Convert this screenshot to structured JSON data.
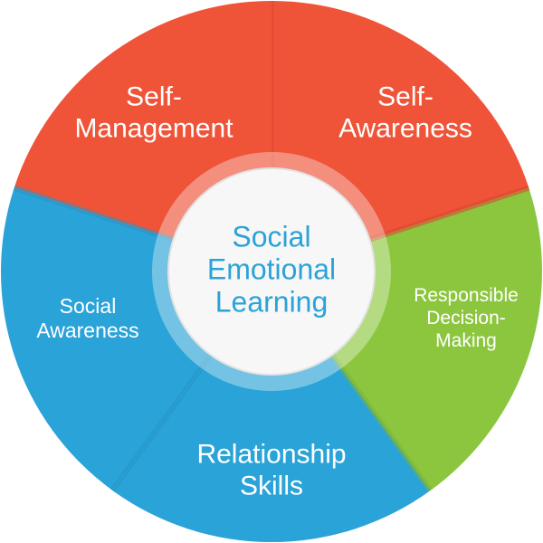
{
  "title": "Social Emotional Learning",
  "center_lines": [
    "Social",
    "Emotional",
    "Learning"
  ],
  "segments": [
    {
      "name": "Self-Awareness",
      "lines": [
        "Self-",
        "Awareness"
      ],
      "color": "#ef5439"
    },
    {
      "name": "Responsible Decision-Making",
      "lines": [
        "Responsible",
        "Decision-",
        "Making"
      ],
      "color": "#8cc63f"
    },
    {
      "name": "Relationship Skills",
      "lines": [
        "Relationship",
        "Skills"
      ],
      "color": "#2aa3d8"
    },
    {
      "name": "Social Awareness",
      "lines": [
        "Social",
        "Awareness"
      ],
      "color": "#2aa3d8"
    },
    {
      "name": "Self-Management",
      "lines": [
        "Self-",
        "Management"
      ],
      "color": "#ef5439"
    }
  ]
}
